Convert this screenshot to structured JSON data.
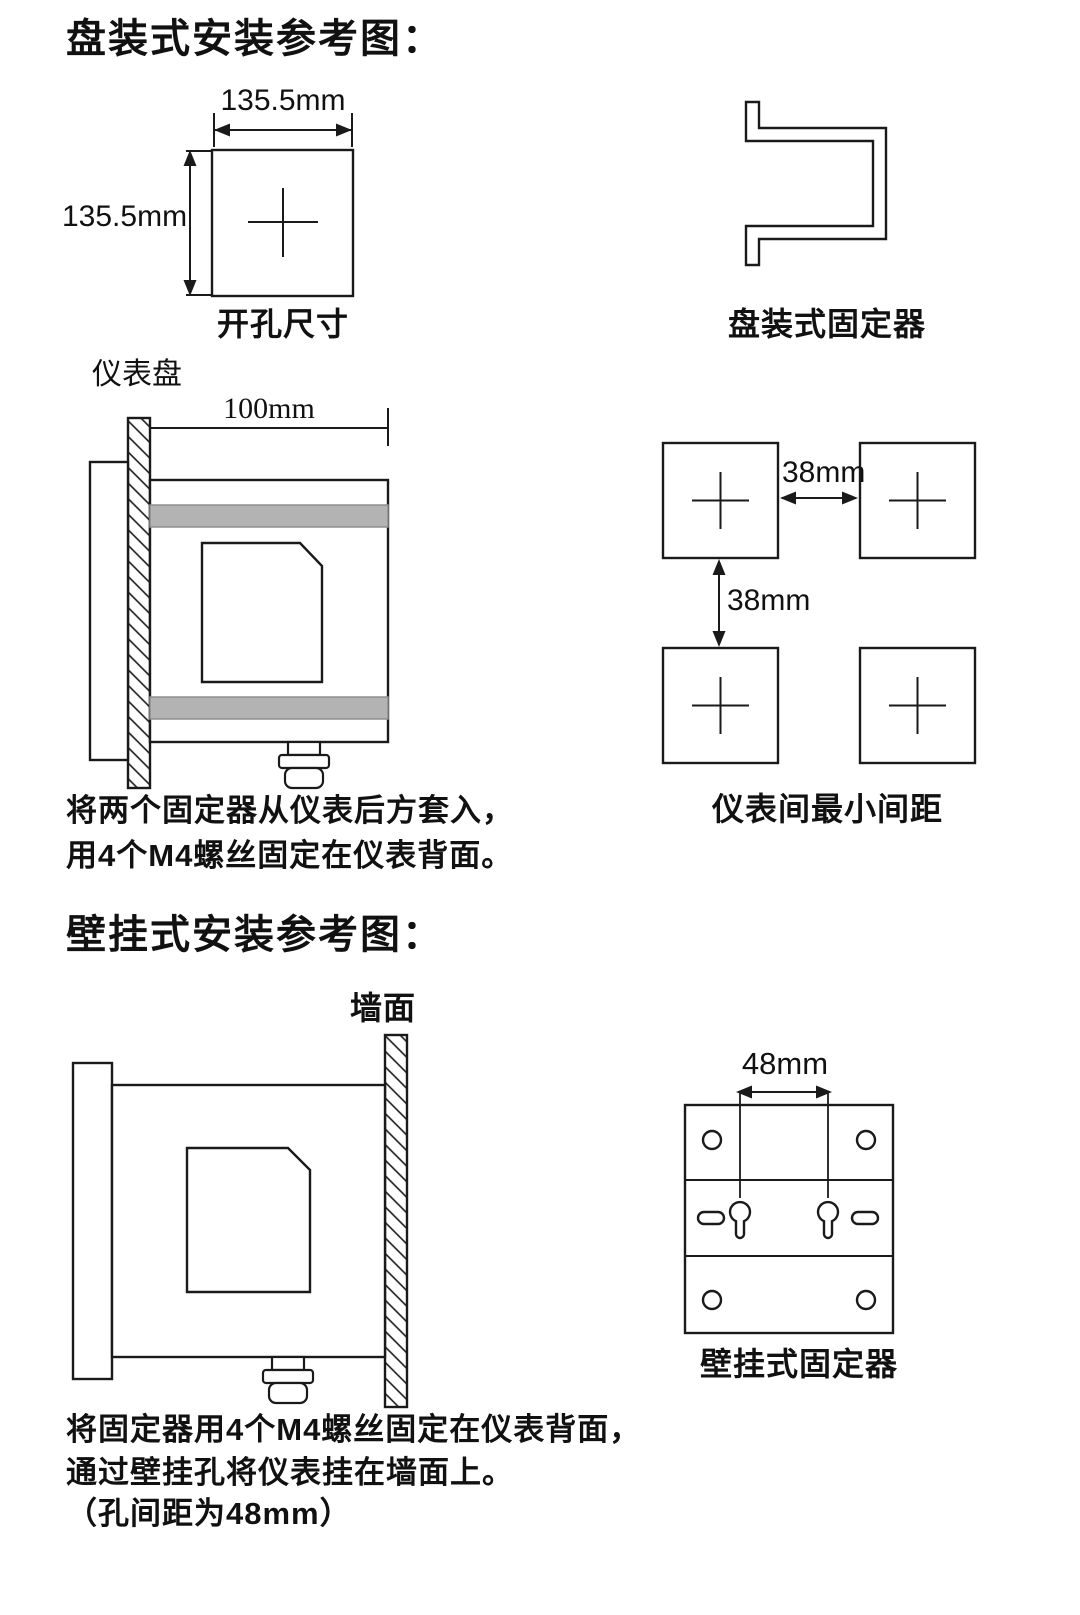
{
  "panel_section": {
    "title": "盘装式安装参考图：",
    "cutout": {
      "width_dim": "135.5mm",
      "height_dim": "135.5mm",
      "caption": "开孔尺寸"
    },
    "bracket_caption": "盘装式固定器",
    "side_view": {
      "panel_label": "仪表盘",
      "depth_dim": "100mm"
    },
    "spacing": {
      "horizontal_dim": "38mm",
      "vertical_dim": "38mm",
      "caption": "仪表间最小间距"
    },
    "note_line1": "将两个固定器从仪表后方套入，",
    "note_line2": "用4个M4螺丝固定在仪表背面。"
  },
  "wall_section": {
    "title": "壁挂式安装参考图：",
    "wall_label": "墙面",
    "bracket": {
      "hole_spacing_dim": "48mm",
      "caption": "壁挂式固定器"
    },
    "note_line1": "将固定器用4个M4螺丝固定在仪表背面，",
    "note_line2": "通过壁挂孔将仪表挂在墙面上。",
    "note_line3": "（孔间距为48mm）"
  },
  "colors": {
    "line": "#1a1a1a",
    "clamp_bar": "#b3b3b3"
  }
}
